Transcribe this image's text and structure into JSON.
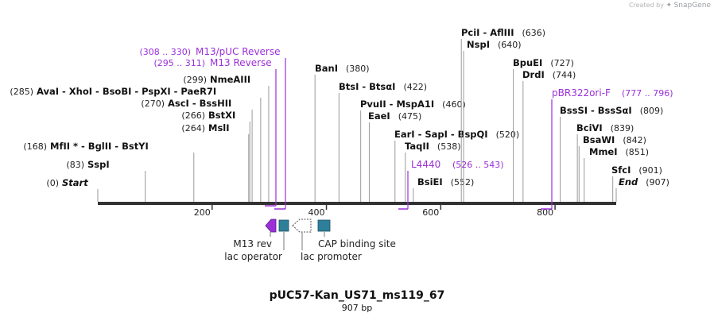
{
  "credit": {
    "prefix": "Created by",
    "brand": "SnapGene"
  },
  "map": {
    "title": "pUC57-Kan_US71_ms119_67",
    "length_label": "907 bp",
    "length": 907,
    "backbone_color": "#333333",
    "feature_color": "#9b30d9",
    "axis_ticks": [
      {
        "pos": 200,
        "label": "200"
      },
      {
        "pos": 400,
        "label": "400"
      },
      {
        "pos": 600,
        "label": "600"
      },
      {
        "pos": 800,
        "label": "800"
      }
    ],
    "enzymes": [
      {
        "pos": 0,
        "label": "Start",
        "coord": "(0)",
        "italic": true,
        "side": "left",
        "text": "Start"
      },
      {
        "pos": 83,
        "coord": "(83)",
        "text": "SspI",
        "side": "left"
      },
      {
        "pos": 168,
        "coord": "(168)",
        "text": "MfII * - BglII - BstYI",
        "side": "left"
      },
      {
        "pos": 264,
        "coord": "(264)",
        "text": "MslI",
        "side": "left"
      },
      {
        "pos": 266,
        "coord": "(266)",
        "text": "BstXI",
        "side": "left"
      },
      {
        "pos": 270,
        "coord": "(270)",
        "text": "AscI - BssHII",
        "side": "left"
      },
      {
        "pos": 285,
        "coord": "(285)",
        "text": "AvaI - XhoI - BsoBI - PspXI - PaeR7I",
        "side": "left"
      },
      {
        "pos": 299,
        "coord": "(299)",
        "text": "NmeAIII",
        "side": "left"
      },
      {
        "pos": 380,
        "coord": "(380)",
        "text": "BanI",
        "side": "right"
      },
      {
        "pos": 422,
        "coord": "(422)",
        "text": "BtsI - BtsαI",
        "side": "right"
      },
      {
        "pos": 460,
        "coord": "(460)",
        "text": "PvuII - MspA1I",
        "side": "right"
      },
      {
        "pos": 475,
        "coord": "(475)",
        "text": "EaeI",
        "side": "right"
      },
      {
        "pos": 520,
        "coord": "(520)",
        "text": "EarI - SapI - BspQI",
        "side": "right"
      },
      {
        "pos": 538,
        "coord": "(538)",
        "text": "TaqII",
        "side": "right"
      },
      {
        "pos": 552,
        "coord": "(552)",
        "text": "BsiEI",
        "side": "right"
      },
      {
        "pos": 636,
        "coord": "(636)",
        "text": "PciI - AflIII",
        "side": "right"
      },
      {
        "pos": 640,
        "coord": "(640)",
        "text": "NspI",
        "side": "right"
      },
      {
        "pos": 727,
        "coord": "(727)",
        "text": "BpuEI",
        "side": "right"
      },
      {
        "pos": 744,
        "coord": "(744)",
        "text": "DrdI",
        "side": "right"
      },
      {
        "pos": 809,
        "coord": "(809)",
        "text": "BssSI - BssSαI",
        "side": "right"
      },
      {
        "pos": 839,
        "coord": "(839)",
        "text": "BciVI",
        "side": "right"
      },
      {
        "pos": 842,
        "coord": "(842)",
        "text": "BsaWI",
        "side": "right"
      },
      {
        "pos": 851,
        "coord": "(851)",
        "text": "MmeI",
        "side": "right"
      },
      {
        "pos": 901,
        "coord": "(901)",
        "text": "SfcI",
        "side": "right"
      },
      {
        "pos": 907,
        "coord": "(907)",
        "text": "End",
        "italic": true,
        "side": "right"
      }
    ],
    "primers": [
      {
        "name": "M13/pUC Reverse",
        "range": "(308 .. 330)",
        "start": 308,
        "end": 330
      },
      {
        "name": "M13 Reverse",
        "range": "(295 .. 311)",
        "start": 295,
        "end": 311
      },
      {
        "name": "L4440",
        "range": "(526 .. 543)",
        "start": 526,
        "end": 543
      },
      {
        "name": "pBR322ori-F",
        "range": "(777 .. 796)",
        "start": 777,
        "end": 796
      }
    ],
    "features": [
      {
        "name": "M13 rev",
        "type": "arrow-left",
        "color": "#9b30d9"
      },
      {
        "name": "lac operator",
        "type": "box",
        "color": "#2e7f9a"
      },
      {
        "name": "lac promoter",
        "type": "arrow-left-open",
        "color": "#ffffff"
      },
      {
        "name": "CAP binding site",
        "type": "box",
        "color": "#2e7f9a"
      }
    ]
  }
}
